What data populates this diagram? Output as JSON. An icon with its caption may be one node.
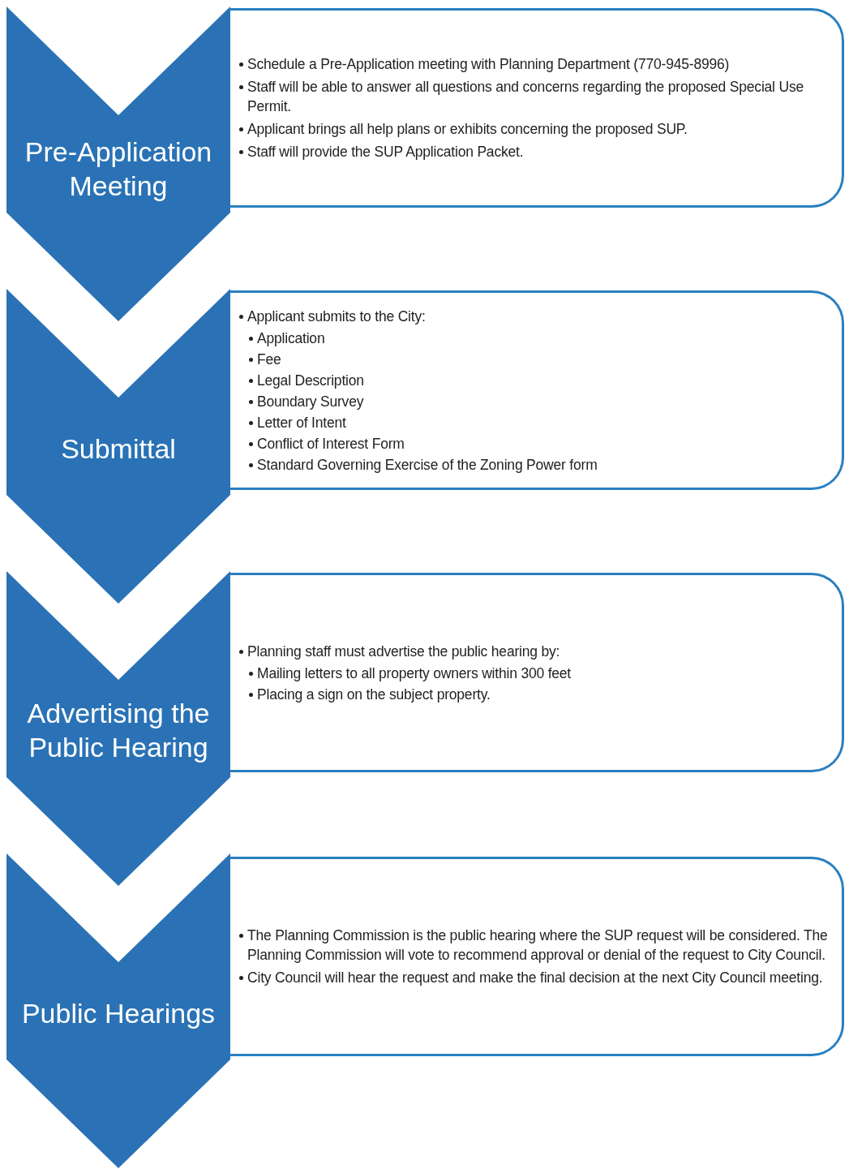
{
  "diagram": {
    "nodes": [
      {
        "text": [
          "Pre-Application Meeting"
        ]
      },
      {
        "text": [
          "Schedule a Pre-Application meeting with Planning Department (770-945-8996)",
          "Staff will be able to answer all questions and concerns regarding the proposed Special Use Permit.",
          "Applicant brings all help plans or exhibits concerning the proposed SUP.",
          "Staff will provide the SUP Application Packet."
        ]
      },
      {
        "text": [
          "Submittal"
        ]
      },
      {
        "text": [
          "Applicant submits to the City:",
          "Application",
          "Fee",
          "Legal Description",
          "Boundary Survey",
          "Letter of Intent",
          "Conflict of Interest Form",
          "Standard Governing Exercise of the Zoning Power form"
        ]
      },
      {
        "text": [
          "Advertising the Public Hearing"
        ]
      },
      {
        "text": [
          "Planning staff must advertise the public hearing by:",
          "Mailing letters to all property owners within 300 feet",
          "Placing a sign on the subject property."
        ]
      },
      {
        "text": [
          "Public Hearings"
        ]
      },
      {
        "text": [
          "The Planning Commission is the public hearing where the SUP request will be considered.  The Planning Commission will vote to recommend approval or denial of the request to City Council.",
          "City Council will hear the request and make the final decision at the next City Council meeting."
        ]
      }
    ]
  }
}
